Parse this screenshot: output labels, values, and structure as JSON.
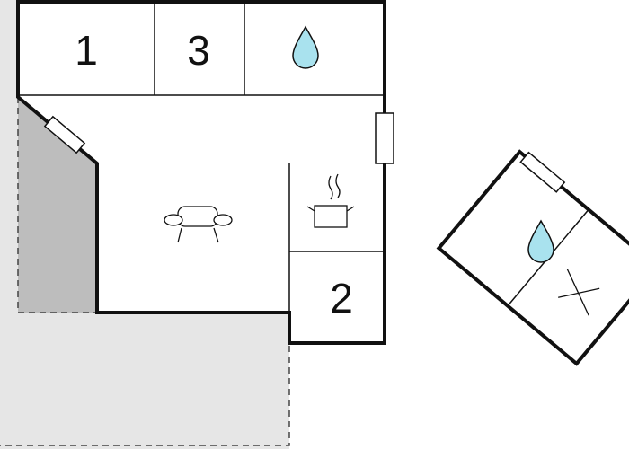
{
  "floorplan": {
    "rooms": [
      {
        "id": "bedroom-1",
        "label": "1",
        "kind": "bedroom"
      },
      {
        "id": "bedroom-3",
        "label": "3",
        "kind": "bedroom"
      },
      {
        "id": "bathroom",
        "label": "",
        "kind": "bathroom",
        "icon": "water-drop-icon"
      },
      {
        "id": "living-room",
        "label": "",
        "kind": "living",
        "icon": "sofa-icon"
      },
      {
        "id": "kitchen",
        "label": "",
        "kind": "kitchen",
        "icon": "cooking-pot-icon"
      },
      {
        "id": "bedroom-2",
        "label": "2",
        "kind": "bedroom"
      }
    ],
    "annex": [
      {
        "id": "annex-bathroom",
        "label": "",
        "kind": "bathroom",
        "icon": "water-drop-icon"
      },
      {
        "id": "annex-room",
        "label": "",
        "kind": "other",
        "icon": "cross-icon"
      }
    ],
    "colors": {
      "wall": "#111111",
      "drop_fill": "#a9e2ee",
      "terrace": "#e6e6e6",
      "covered_terrace": "#bdbdbd",
      "background": "#ffffff"
    }
  }
}
